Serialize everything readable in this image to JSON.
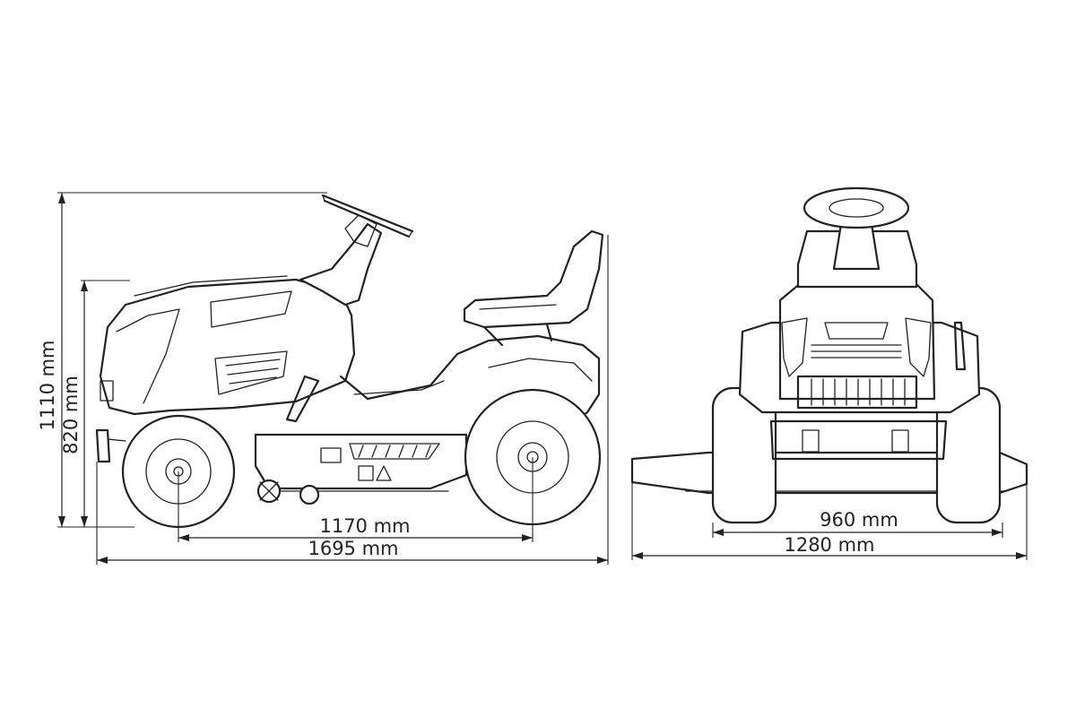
{
  "colors": {
    "line": "#222222",
    "background": "#ffffff"
  },
  "side_view": {
    "total_height": "1110 mm",
    "seat_height": "820 mm",
    "wheelbase": "1170 mm",
    "total_length": "1695 mm"
  },
  "front_view": {
    "track_width": "960 mm",
    "total_width": "1280 mm"
  }
}
